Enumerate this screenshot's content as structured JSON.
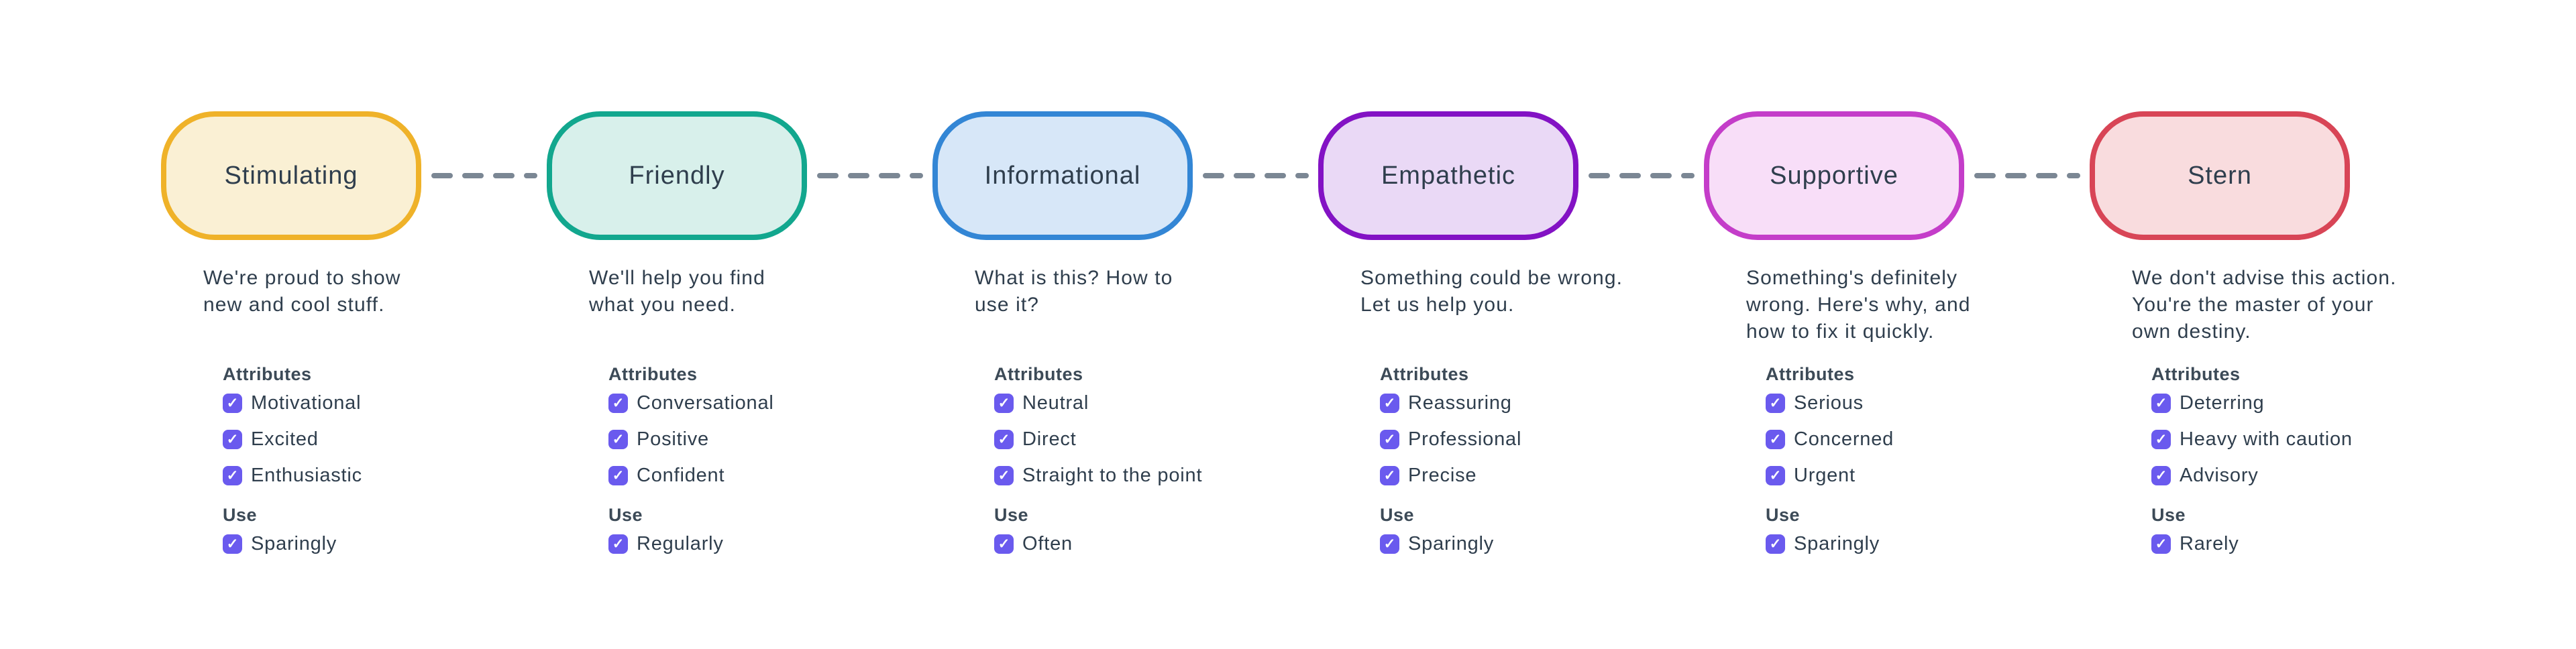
{
  "labels": {
    "attributes": "Attributes",
    "use": "Use"
  },
  "icons": {
    "check": "✓"
  },
  "colors": {
    "background": "#ffffff",
    "text": "#2F3E4D",
    "heading": "#3C4A57",
    "connector": "#7B8794",
    "checkbox": "#6A5AEE"
  },
  "tones": [
    {
      "name": "Stimulating",
      "border_color": "#EFB229",
      "fill_color": "#FAF0D4",
      "description": "We're proud to show\nnew and cool stuff.",
      "attributes": [
        "Motivational",
        "Excited",
        "Enthusiastic"
      ],
      "use": "Sparingly"
    },
    {
      "name": "Friendly",
      "border_color": "#12A78E",
      "fill_color": "#D8F0EB",
      "description": "We'll help you find\nwhat you need.",
      "attributes": [
        "Conversational",
        "Positive",
        "Confident"
      ],
      "use": "Regularly"
    },
    {
      "name": "Informational",
      "border_color": "#3386D5",
      "fill_color": "#D7E7F8",
      "description": "What is this? How to\nuse it?",
      "attributes": [
        "Neutral",
        "Direct",
        "Straight to the point"
      ],
      "use": "Often"
    },
    {
      "name": "Empathetic",
      "border_color": "#8312C4",
      "fill_color": "#EAD9F6",
      "description": "Something could be wrong.\nLet us help you.",
      "attributes": [
        "Reassuring",
        "Professional",
        "Precise"
      ],
      "use": "Sparingly"
    },
    {
      "name": "Supportive",
      "border_color": "#C43DC9",
      "fill_color": "#F8DEF8",
      "description": "Something's definitely\nwrong. Here's why, and\nhow to fix it quickly.",
      "attributes": [
        "Serious",
        "Concerned",
        "Urgent"
      ],
      "use": "Sparingly"
    },
    {
      "name": "Stern",
      "border_color": "#D84556",
      "fill_color": "#F9DCDE",
      "description": "We don't advise this action.\nYou're the master of your\nown destiny.",
      "attributes": [
        "Deterring",
        "Heavy with caution",
        "Advisory"
      ],
      "use": "Rarely"
    }
  ]
}
